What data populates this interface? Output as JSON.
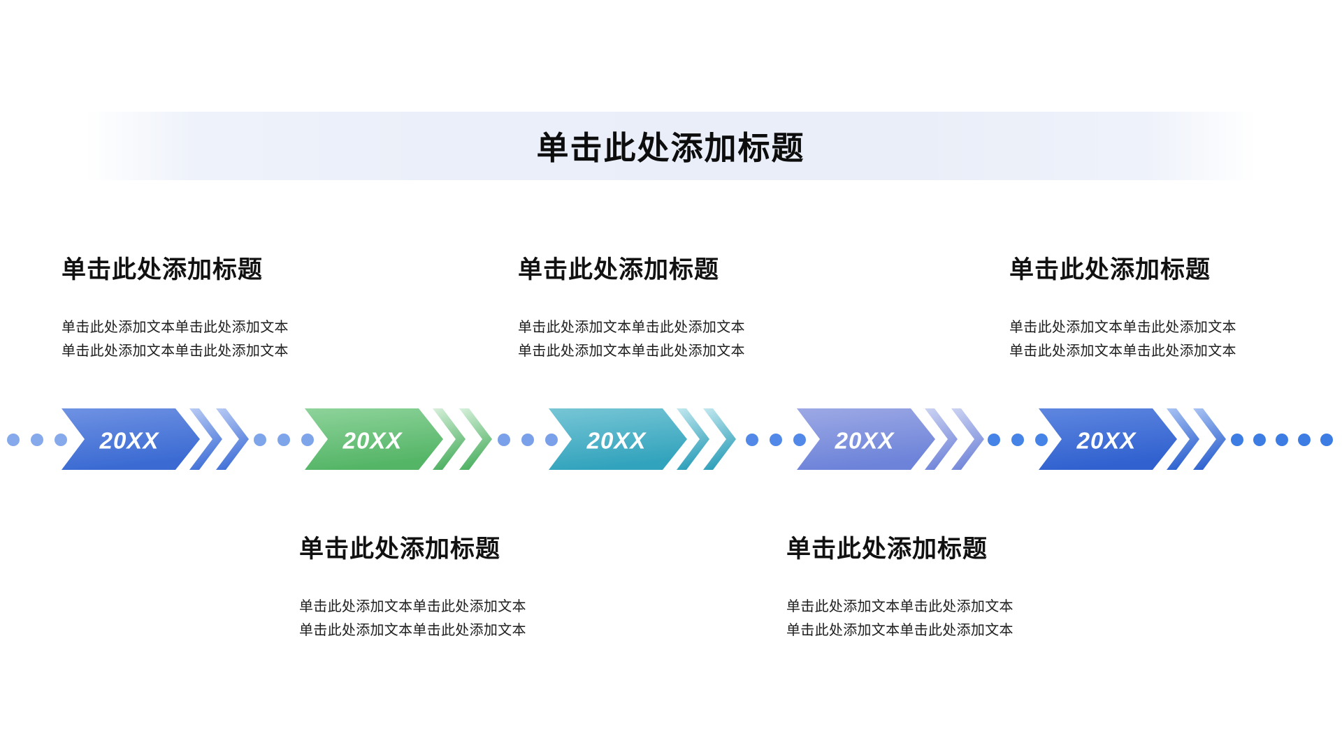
{
  "slide": {
    "title": "单击此处添加标题",
    "background_color": "#ffffff",
    "banner_color": "#e9eef8",
    "title_text_color": "#0d0d0d"
  },
  "top_sections": [
    {
      "heading": "单击此处添加标题",
      "body_lines": [
        "单击此处添加文本单击此处添加文本",
        "单击此处添加文本单击此处添加文本"
      ]
    },
    {
      "heading": "单击此处添加标题",
      "body_lines": [
        "单击此处添加文本单击此处添加文本",
        "单击此处添加文本单击此处添加文本"
      ]
    },
    {
      "heading": "单击此处添加标题",
      "body_lines": [
        "单击此处添加文本单击此处添加文本",
        "单击此处添加文本单击此处添加文本"
      ]
    }
  ],
  "bottom_sections": [
    {
      "heading": "单击此处添加标题",
      "body_lines": [
        "单击此处添加文本单击此处添加文本",
        "单击此处添加文本单击此处添加文本"
      ]
    },
    {
      "heading": "单击此处添加标题",
      "body_lines": [
        "单击此处添加文本单击此处添加文本",
        "单击此处添加文本单击此处添加文本"
      ]
    }
  ],
  "timeline": {
    "milestones": [
      {
        "label": "20XX",
        "color_top": "#6f92e3",
        "color_bottom": "#3a6ad2",
        "chevron_top": "#b9cbf4",
        "chevron_bottom": "#4372d8"
      },
      {
        "label": "20XX",
        "color_top": "#8ed39b",
        "color_bottom": "#54b566",
        "chevron_top": "#d7f0db",
        "chevron_bottom": "#4fb163"
      },
      {
        "label": "20XX",
        "color_top": "#77c6d5",
        "color_bottom": "#32a3bd",
        "chevron_top": "#c3e8ef",
        "chevron_bottom": "#2fa0ba"
      },
      {
        "label": "20XX",
        "color_top": "#9da9e5",
        "color_bottom": "#6d83d9",
        "chevron_top": "#ccd3f2",
        "chevron_bottom": "#7488da"
      },
      {
        "label": "20XX",
        "color_top": "#5f87e0",
        "color_bottom": "#3061cf",
        "chevron_top": "#a9c3f3",
        "chevron_bottom": "#2f63d0"
      }
    ],
    "label_text_color": "#ffffff",
    "dot_groups": [
      {
        "position": "left-edge",
        "count": 3,
        "color": "#86a9eb"
      },
      {
        "position": "gap-1-2",
        "count": 3,
        "color": "#7ea4ea"
      },
      {
        "position": "gap-2-3",
        "count": 3,
        "color": "#79a0e9"
      },
      {
        "position": "gap-3-4",
        "count": 3,
        "color": "#5289e8"
      },
      {
        "position": "gap-4-5",
        "count": 3,
        "color": "#4583e6"
      },
      {
        "position": "right-edge",
        "count": 5,
        "color": "#3d7ce3"
      }
    ]
  }
}
